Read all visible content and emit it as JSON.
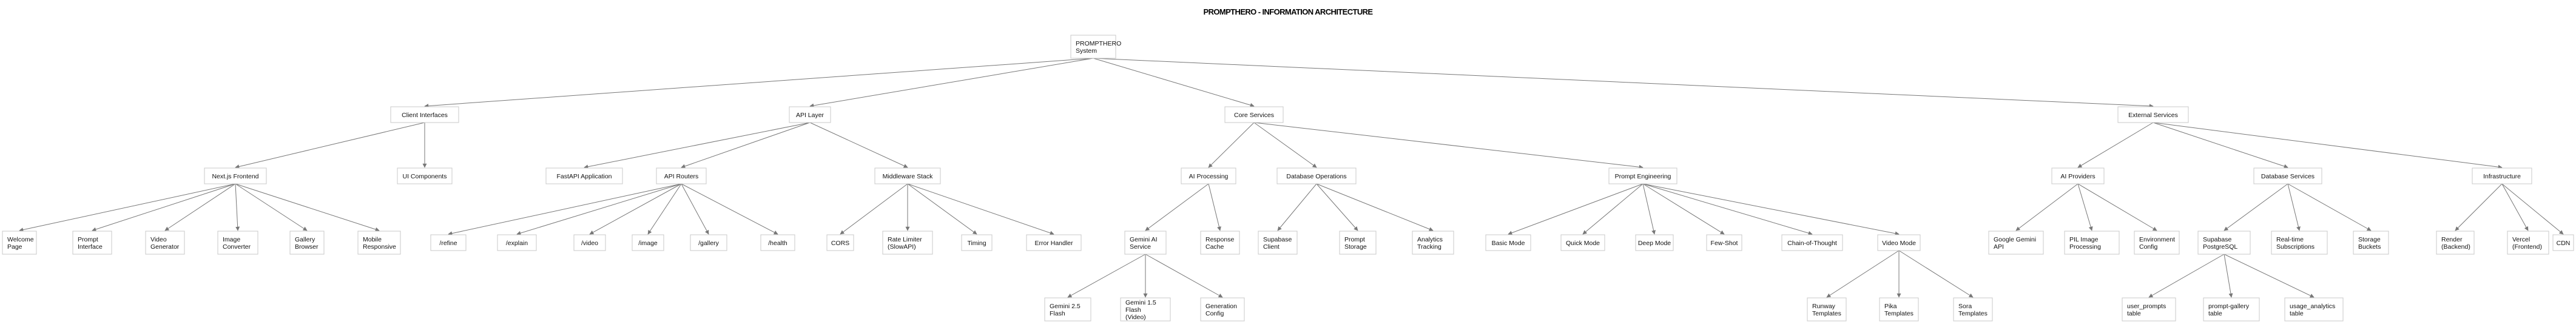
{
  "title": "PROMPTHERO - INFORMATION ARCHITECTURE",
  "nodes": {
    "root": "PROMPTHERO System",
    "client": "Client Interfaces",
    "api": "API Layer",
    "core": "Core Services",
    "external": "External Services",
    "next": "Next.js Frontend",
    "ui": "UI Components",
    "fastapi": "FastAPI Application",
    "routers": "API Routers",
    "middleware": "Middleware Stack",
    "ai": "AI Processing",
    "dbops": "Database Operations",
    "prompteng": "Prompt Engineering",
    "aiprov": "AI Providers",
    "dbserv": "Database Services",
    "infra": "Infrastructure",
    "welcome": "Welcome Page",
    "promptif": "Prompt Interface",
    "videogen": "Video Generator",
    "imgconv": "Image Converter",
    "gallery": "Gallery Browser",
    "mobile": "Mobile Responsive",
    "refine": "/refine",
    "explain": "/explain",
    "video": "/video",
    "image": "/image",
    "galleryep": "/gallery",
    "health": "/health",
    "cors": "CORS",
    "ratelimit": "Rate Limiter (SlowAPI)",
    "timing": "Timing",
    "errorh": "Error Handler",
    "gemai": "Gemini AI Service",
    "respcache": "Response Cache",
    "supaclient": "Supabase Client",
    "promptstore": "Prompt Storage",
    "analytics": "Analytics Tracking",
    "basic": "Basic Mode",
    "quick": "Quick Mode",
    "deep": "Deep Mode",
    "fewshot": "Few-Shot",
    "cot": "Chain-of-Thought",
    "videomode": "Video Mode",
    "g25": "Gemini 2.5 Flash",
    "g15": "Gemini 1.5 Flash (Video)",
    "genconf": "Generation Config",
    "runway": "Runway Templates",
    "pika": "Pika Templates",
    "sora": "Sora Templates",
    "googleapi": "Google Gemini API",
    "pil": "PIL Image Processing",
    "envconf": "Environment Config",
    "supapg": "Supabase PostgreSQL",
    "realtime": "Real-time Subscriptions",
    "storage": "Storage Buckets",
    "render": "Render (Backend)",
    "vercel": "Vercel (Frontend)",
    "cdn": "CDN",
    "userprompts": "user_prompts table",
    "pgtable": "prompt-gallery table",
    "usage": "usage_analytics table"
  }
}
